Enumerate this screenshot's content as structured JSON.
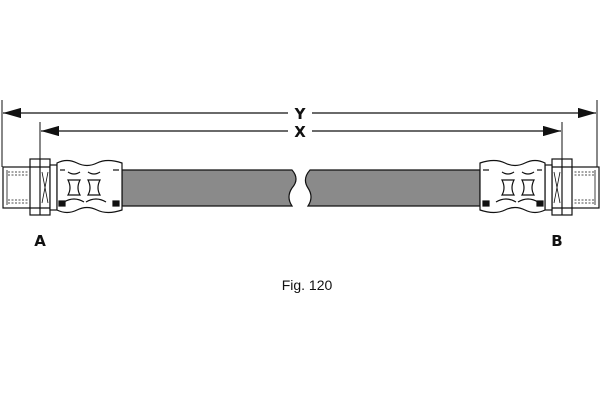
{
  "dimensions": {
    "overall_label": "Y",
    "hose_label": "X"
  },
  "ends": {
    "left_label": "A",
    "right_label": "B"
  },
  "caption": "Fig. 120",
  "colors": {
    "hose": "#8a8a8a",
    "line": "#111111"
  }
}
